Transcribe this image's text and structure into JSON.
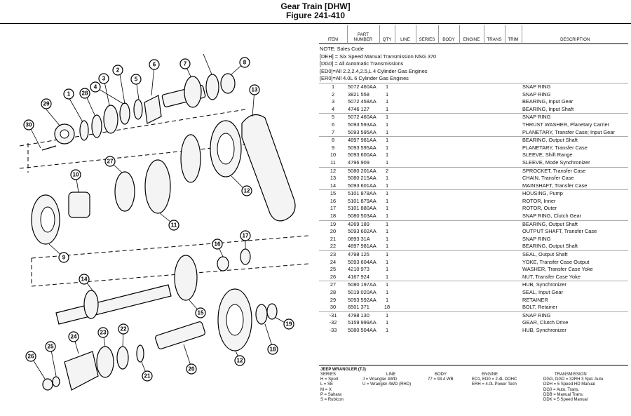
{
  "title": {
    "line1": "Gear Train [DHW]",
    "line2": "Figure 241-410"
  },
  "table": {
    "headers": [
      "ITEM",
      "PART NUMBER",
      "QTY",
      "LINE",
      "SERIES",
      "BODY",
      "ENGINE",
      "TRANS",
      "TRIM",
      "DESCRIPTION"
    ],
    "notes": [
      "NOTE: Sales Code",
      "[DEH] = Six Speed Manual Transmission NSG 370",
      "[DG0] = All Automatic Transmissions",
      "[ED0]=All 2.2,2.4,2.5,L 4 Cylinder Gas Engines",
      "[ER0]=All 4.0L 6 Cylinder Gas Engines"
    ],
    "rows": [
      {
        "item": "1",
        "part": "5072 460AA",
        "qty": "1",
        "desc": "SNAP RING"
      },
      {
        "item": "2",
        "part": "3821 558",
        "qty": "1",
        "desc": "SNAP RING"
      },
      {
        "item": "3",
        "part": "5072 458AA",
        "qty": "1",
        "desc": "BEARING, Input Gear"
      },
      {
        "item": "4",
        "part": "4746 127",
        "qty": "1",
        "desc": "BEARING, Input Shaft"
      },
      {
        "item": "5",
        "part": "5072 460AA",
        "qty": "1",
        "desc": "SNAP RING"
      },
      {
        "item": "6",
        "part": "5093 593AA",
        "qty": "1",
        "desc": "THRUST WASHER, Planetary Carrier"
      },
      {
        "item": "7",
        "part": "5093 595AA",
        "qty": "1",
        "desc": "PLANETARY, Transfer Case; Input Gear"
      },
      {
        "item": "8",
        "part": "4897 981AA",
        "qty": "1",
        "desc": "BEARING, Output Shaft"
      },
      {
        "item": "9",
        "part": "5093 595AA",
        "qty": "1",
        "desc": "PLANETARY, Transfer Case"
      },
      {
        "item": "10",
        "part": "5093 600AA",
        "qty": "1",
        "desc": "SLEEVE, Shift Range"
      },
      {
        "item": "11",
        "part": "4796 909",
        "qty": "1",
        "desc": "SLEEVE, Mode Synchronizer"
      },
      {
        "item": "12",
        "part": "5080 201AA",
        "qty": "2",
        "desc": "SPROCKET, Transfer Case"
      },
      {
        "item": "13",
        "part": "5080 215AA",
        "qty": "1",
        "desc": "CHAIN, Transfer Case"
      },
      {
        "item": "14",
        "part": "5093 601AA",
        "qty": "1",
        "desc": "MAINSHAFT, Transfer Case"
      },
      {
        "item": "15",
        "part": "5101 878AA",
        "qty": "1",
        "desc": "HOUSING, Pump"
      },
      {
        "item": "16",
        "part": "5101 879AA",
        "qty": "1",
        "desc": "ROTOR, Inner"
      },
      {
        "item": "17",
        "part": "5101 880AA",
        "qty": "1",
        "desc": "ROTOR, Outer"
      },
      {
        "item": "18",
        "part": "5080 503AA",
        "qty": "1",
        "desc": "SNAP RING, Clutch Gear"
      },
      {
        "item": "19",
        "part": "4269 189",
        "qty": "1",
        "desc": "BEARING, Output Shaft"
      },
      {
        "item": "20",
        "part": "5093 602AA",
        "qty": "1",
        "desc": "OUTPUT SHAFT, Transfer Case"
      },
      {
        "item": "21",
        "part": "0893 31A",
        "qty": "1",
        "desc": "SNAP RING"
      },
      {
        "item": "22",
        "part": "4897 981AA",
        "qty": "1",
        "desc": "BEARING, Output Shaft"
      },
      {
        "item": "23",
        "part": "4798 125",
        "qty": "1",
        "desc": "SEAL, Output Shaft"
      },
      {
        "item": "24",
        "part": "5093 604AA",
        "qty": "1",
        "desc": "YOKE, Transfer Case Output"
      },
      {
        "item": "25",
        "part": "4210 973",
        "qty": "1",
        "desc": "WASHER, Transfer Case Yoke"
      },
      {
        "item": "26",
        "part": "4167 924",
        "qty": "1",
        "desc": "NUT, Transfer Case Yoke"
      },
      {
        "item": "27",
        "part": "5080 197AA",
        "qty": "1",
        "desc": "HUB, Synchronizer"
      },
      {
        "item": "28",
        "part": "5019 020AA",
        "qty": "1",
        "desc": "SEAL, Input Gear"
      },
      {
        "item": "29",
        "part": "5093 592AA",
        "qty": "1",
        "desc": "RETAINER"
      },
      {
        "item": "30",
        "part": "6501 371",
        "qty": "18",
        "desc": "BOLT, Retainer"
      },
      {
        "item": "-31",
        "part": "4798 130",
        "qty": "1",
        "desc": "SNAP RING"
      },
      {
        "item": "-32",
        "part": "5159 999AA",
        "qty": "1",
        "desc": "GEAR, Clutch Drive"
      },
      {
        "item": "-33",
        "part": "5080 504AA",
        "qty": "1",
        "desc": "HUB, Synchronizer"
      }
    ]
  },
  "footer": {
    "model": "JEEP WRANGLER (TJ)",
    "series_label": "SERIES",
    "series": [
      "H = Sport",
      "L = SE",
      "M = X",
      "P = Sahara",
      "S = Rubicon"
    ],
    "line_label": "LINE",
    "line": [
      "J = Wrangler 4WD",
      "U = Wrangler 4WD (RHD)"
    ],
    "body_label": "BODY",
    "body": [
      "77 = 93.4 WB"
    ],
    "engine_label": "ENGINE",
    "engine": [
      "ED1, ED0 = 2.4L DOHC",
      "ERH = 4.0L Power Tech"
    ],
    "trans_label": "TRANSMISSION",
    "trans": [
      "DGG, DGD = 32RH 3 Spd. Auto.",
      "DDH = 5 Speed HD Manual",
      "DG0 = Auto. Trans.",
      "DDB = Manual Trans.",
      "DDK = 5 Speed Manual"
    ]
  },
  "diagram": {
    "callouts": [
      "1",
      "2",
      "3",
      "4",
      "5",
      "6",
      "7",
      "8",
      "29",
      "28",
      "30",
      "13",
      "10",
      "27",
      "12",
      "11",
      "9",
      "16",
      "17",
      "14",
      "15",
      "19",
      "18",
      "23",
      "22",
      "25",
      "24",
      "26",
      "21",
      "20",
      "12"
    ]
  }
}
